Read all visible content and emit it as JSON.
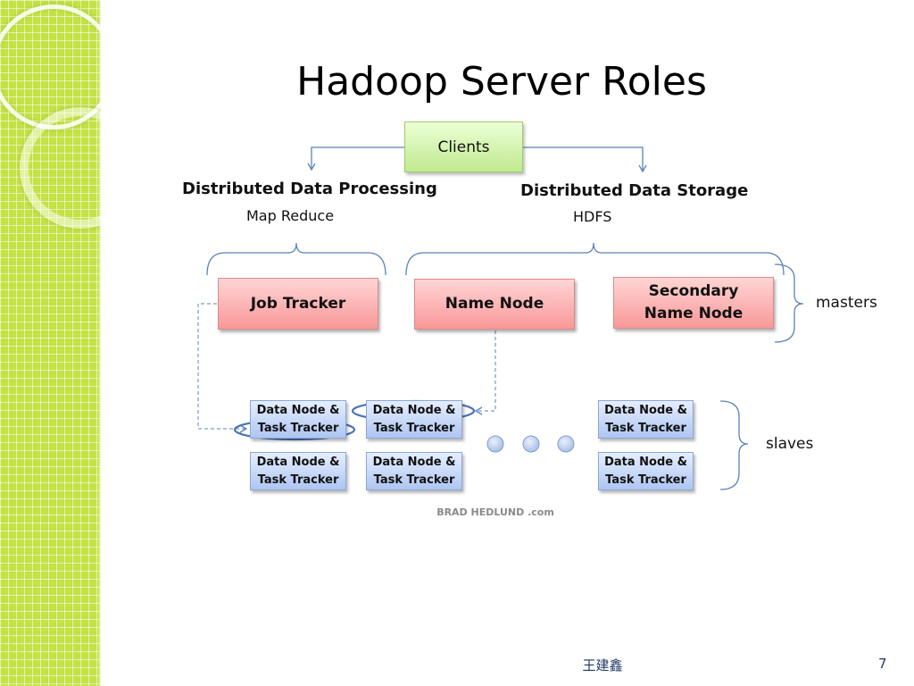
{
  "slide": {
    "title": "Hadoop Server Roles",
    "page_number": "7",
    "footer_author": "王建鑫",
    "watermark": "BRAD HEDLUND .com"
  },
  "diagram": {
    "clients": "Clients",
    "processing": {
      "heading": "Distributed Data Processing",
      "subheading": "Map Reduce"
    },
    "storage": {
      "heading": "Distributed Data Storage",
      "subheading": "HDFS"
    },
    "masters": {
      "label": "masters",
      "job_tracker": "Job Tracker",
      "name_node": "Name Node",
      "secondary_name_node": "Secondary\nName Node"
    },
    "slaves": {
      "label": "slaves",
      "node_label": "Data Node &\nTask Tracker"
    },
    "colors": {
      "sidebar": "#c4e246",
      "clients_fill": "#c0ea8f",
      "master_fill": "#f99898",
      "slave_fill": "#aec6f1",
      "connector": "#5b83b8"
    }
  }
}
